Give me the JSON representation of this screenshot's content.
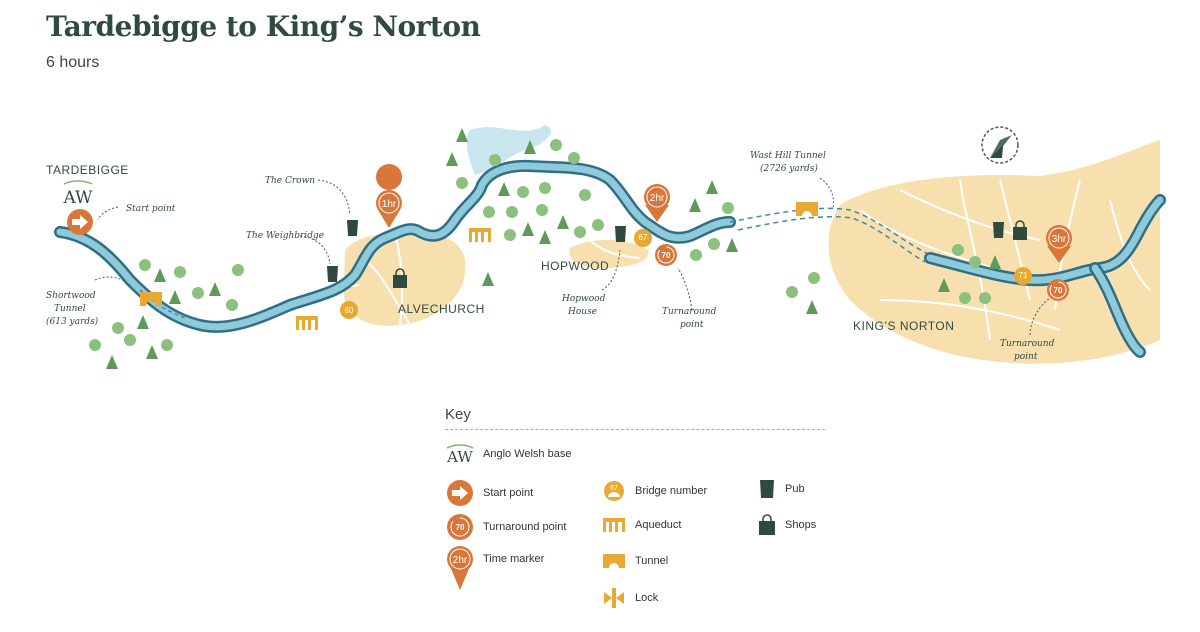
{
  "header": {
    "title": "Tardebigge to King’s Norton",
    "duration": "6 hours"
  },
  "map": {
    "places": {
      "tardebigge": "TARDEBIGGE",
      "alvechurch": "ALVECHURCH",
      "hopwood": "HOPWOOD",
      "kings_norton": "KING’S NORTON"
    },
    "annotations": {
      "start_point": "Start point",
      "shortwood_1": "Shortwood",
      "shortwood_2": "Tunnel",
      "shortwood_3": "(613 yards)",
      "weighbridge": "The Weighbridge",
      "crown": "The Crown",
      "hopwood_house_1": "Hopwood",
      "hopwood_house_2": "House",
      "turnaround_1": "Turnaround",
      "turnaround_2": "point",
      "wast_hill_1": "Wast Hill Tunnel",
      "wast_hill_2": "(2726 yards)",
      "turnaround_kn_1": "Turnaround",
      "turnaround_kn_2": "point"
    },
    "time_markers": [
      "1hr",
      "2hr",
      "3hr"
    ],
    "bridges": [
      "60",
      "67",
      "71"
    ],
    "turnaround_bridge": "70",
    "anglo_welsh_logo": "AW"
  },
  "key": {
    "title": "Key",
    "items": {
      "anglo_welsh": "Anglo Welsh base",
      "start": "Start point",
      "turnaround": "Turnaround point",
      "time": "Time marker",
      "bridge": "Bridge number",
      "aqueduct": "Aqueduct",
      "tunnel": "Tunnel",
      "lock": "Lock",
      "pub": "Pub",
      "shops": "Shops"
    },
    "icon_values": {
      "bridge": "67",
      "turnaround": "70",
      "time": "2hr"
    }
  },
  "colors": {
    "canal": "#6fb3c9",
    "canal_edge": "#2f6f86",
    "town": "#f7dfae",
    "tree": "#8cc07e",
    "tree_dark": "#5f9a5a",
    "orange": "#d9763a",
    "amber": "#e8a832",
    "dark_green": "#2f4a3f"
  }
}
